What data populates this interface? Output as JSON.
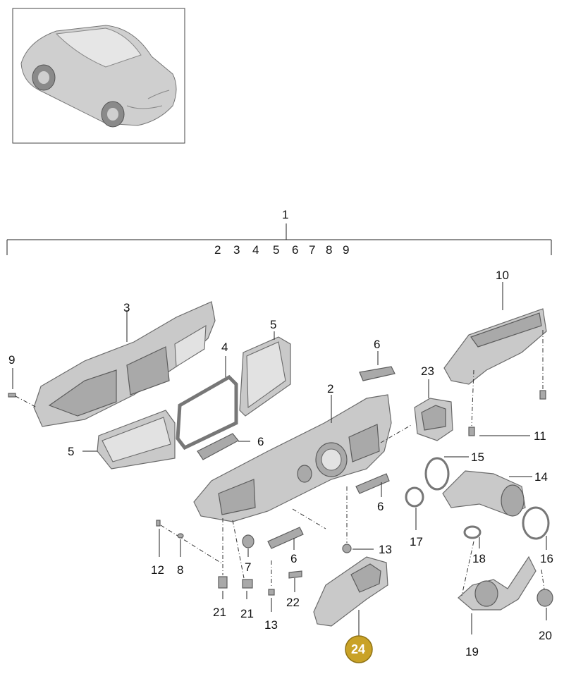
{
  "callouts": {
    "top_group": "1",
    "group_members": [
      "2",
      "3",
      "4",
      "5",
      "6",
      "7",
      "8",
      "9"
    ],
    "c3": "3",
    "c4": "4",
    "c5a": "5",
    "c5b": "5",
    "c6a": "6",
    "c6b": "6",
    "c6c": "6",
    "c6d": "6",
    "c2": "2",
    "c7": "7",
    "c8": "8",
    "c9": "9",
    "c10": "10",
    "c11": "11",
    "c12": "12",
    "c13a": "13",
    "c13b": "13",
    "c14": "14",
    "c15": "15",
    "c16": "16",
    "c17": "17",
    "c18": "18",
    "c19": "19",
    "c20": "20",
    "c21a": "21",
    "c21b": "21",
    "c22": "22",
    "c23": "23",
    "c24": "24"
  },
  "highlighted_part": "24",
  "colors": {
    "highlight": "#c9a227"
  }
}
